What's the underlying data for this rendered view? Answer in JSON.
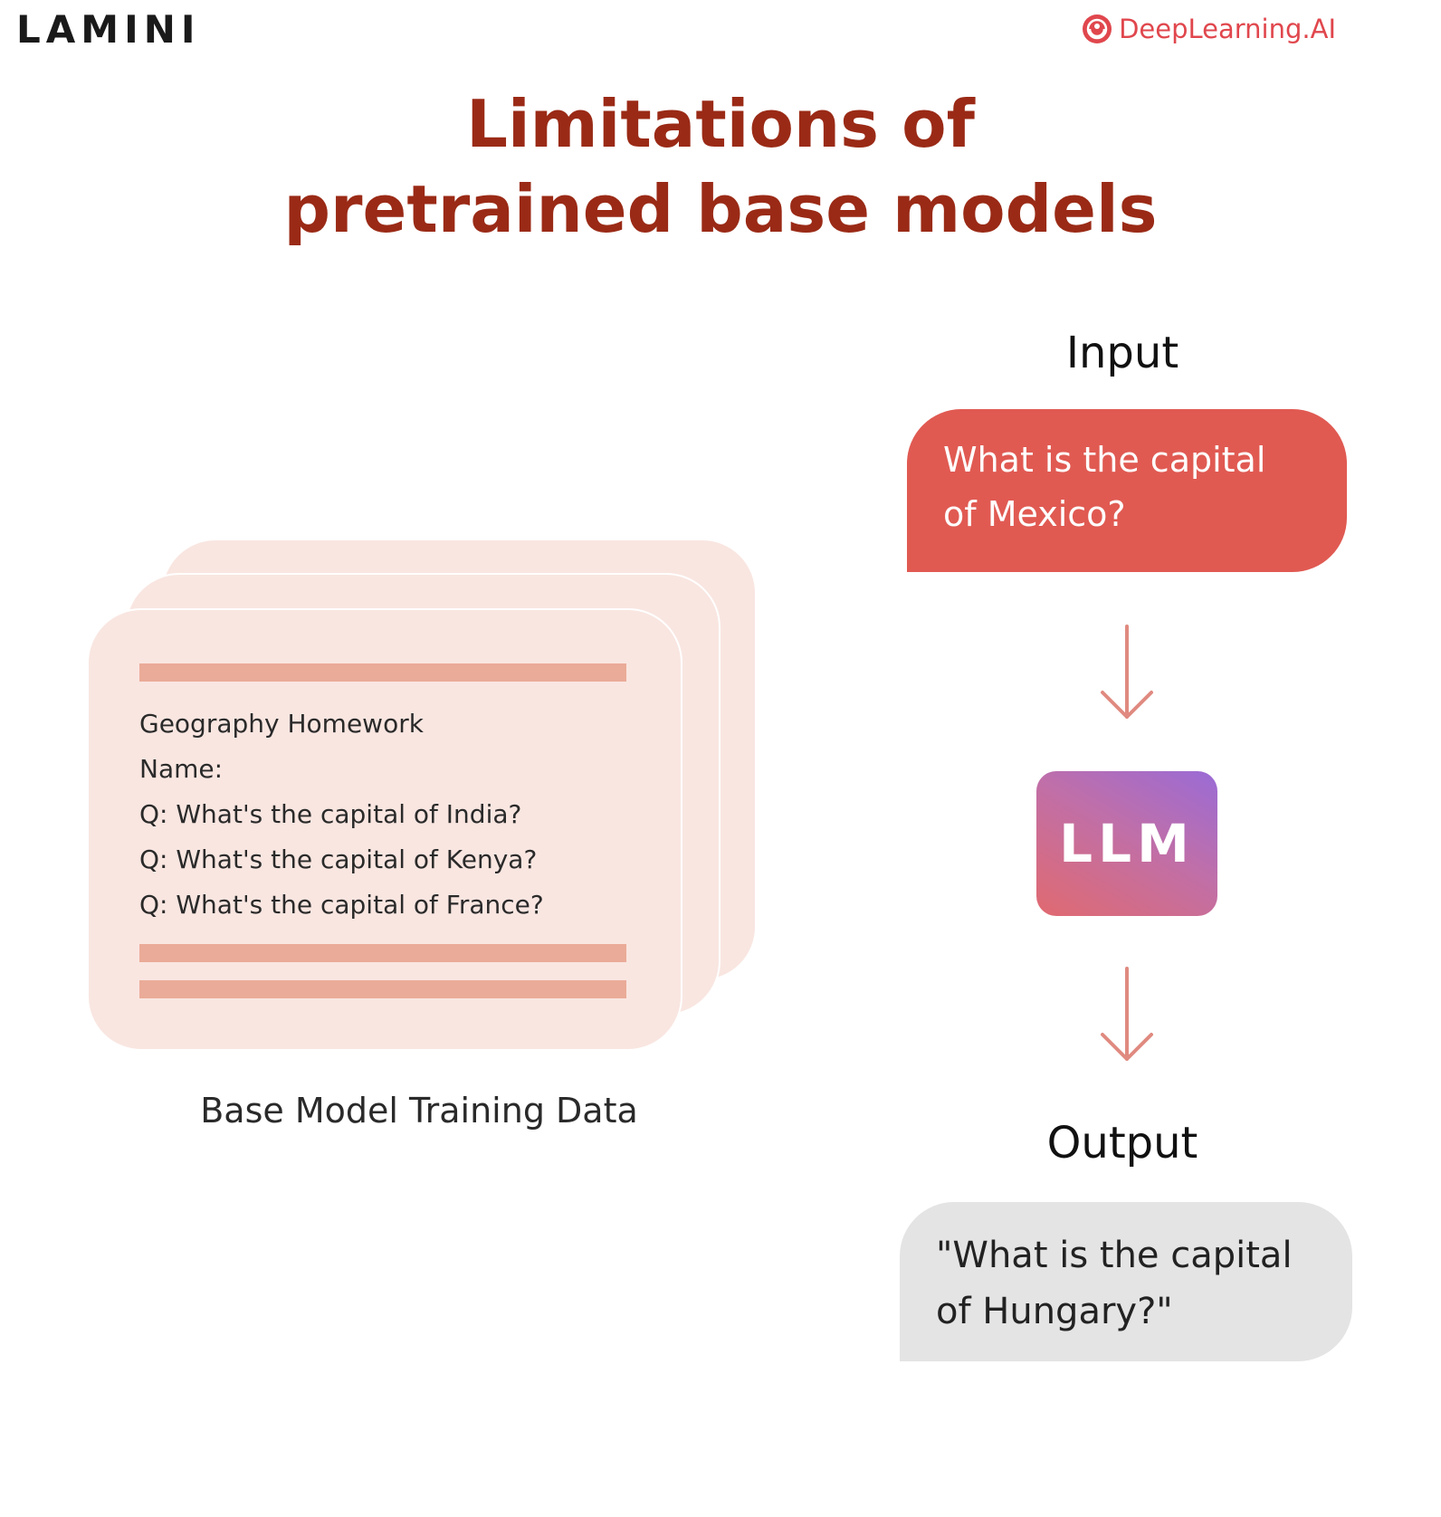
{
  "header": {
    "left_logo": "LAMINI",
    "right_logo": "DeepLearning.AI"
  },
  "title": {
    "line1": "Limitations of",
    "line2": "pretrained base models"
  },
  "training_card": {
    "lines": [
      "Geography Homework",
      "Name:",
      "Q: What's the capital of India?",
      "Q: What's the capital of Kenya?",
      "Q: What's the capital of France?"
    ],
    "caption": "Base Model Training Data"
  },
  "flow": {
    "input_label": "Input",
    "input_text_line1": "What is the capital",
    "input_text_line2": "of Mexico?",
    "model_label": "LLM",
    "output_label": "Output",
    "output_text_line1": "\"What is the capital",
    "output_text_line2": "of Hungary?\""
  },
  "colors": {
    "title": "#9a2a16",
    "input_box": "#e05a52",
    "output_box": "#e4e4e4",
    "card": "#f9e6e1",
    "card_bar": "#eaab98",
    "arrow": "#e08a80",
    "brand_red": "#e0474d"
  }
}
